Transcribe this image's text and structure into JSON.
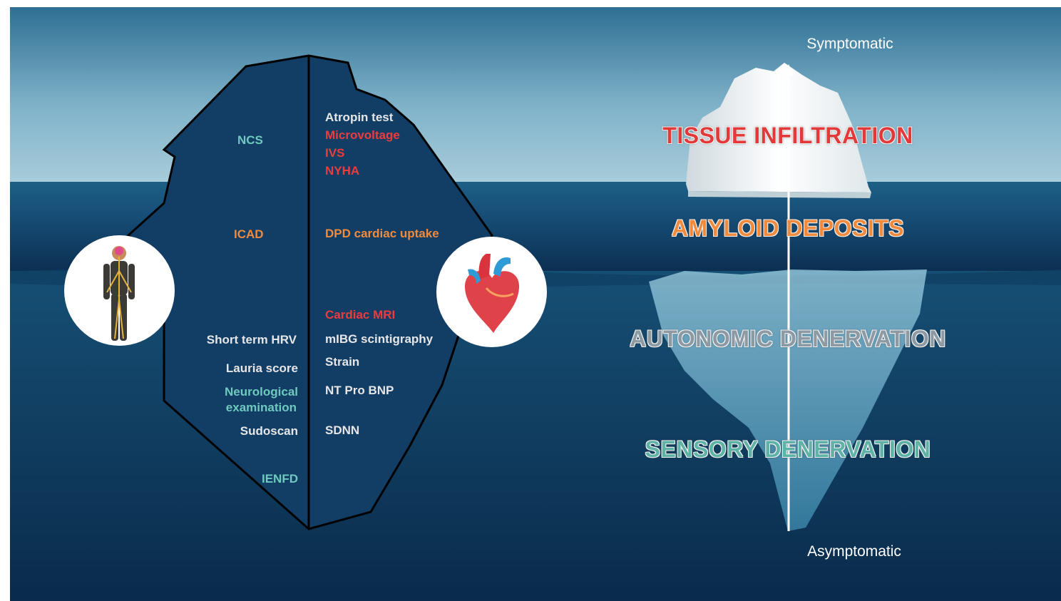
{
  "colors": {
    "neuro": "#6fc9bf",
    "amyloid": "#f08a3c",
    "cardiac_red": "#ee3b3b",
    "white_text": "#e6e6e6",
    "panel_fill": "#123e66",
    "tissue": "#e23a3a",
    "autonomic": "#8e9aa3",
    "sensory": "#5fb3a6"
  },
  "icons": {
    "neuro": "human-nervous-system-icon",
    "cardiac": "human-heart-icon"
  },
  "left_panel": {
    "neuro_column": [
      {
        "text": "NCS",
        "color": "neuro"
      },
      {
        "text": "ICAD",
        "color": "amyloid"
      },
      {
        "text": "Short term HRV",
        "color": "white_text"
      },
      {
        "text": "Lauria score",
        "color": "white_text"
      },
      {
        "text": "Neurological",
        "color": "neuro"
      },
      {
        "text": "examination",
        "color": "neuro"
      },
      {
        "text": "Sudoscan",
        "color": "white_text"
      },
      {
        "text": "IENFD",
        "color": "neuro"
      }
    ],
    "cardiac_column": [
      {
        "text": "Atropin test",
        "color": "white_text"
      },
      {
        "text": "Microvoltage",
        "color": "cardiac_red"
      },
      {
        "text": "IVS",
        "color": "cardiac_red"
      },
      {
        "text": "NYHA",
        "color": "cardiac_red"
      },
      {
        "text": "DPD cardiac uptake",
        "color": "amyloid"
      },
      {
        "text": "Cardiac MRI",
        "color": "cardiac_red"
      },
      {
        "text": "mIBG scintigraphy",
        "color": "white_text"
      },
      {
        "text": "Strain",
        "color": "white_text"
      },
      {
        "text": "NT Pro BNP",
        "color": "white_text"
      },
      {
        "text": "SDNN",
        "color": "white_text"
      }
    ]
  },
  "right_panel": {
    "axis_top": "Symptomatic",
    "axis_bottom": "Asymptomatic",
    "stages": [
      {
        "text": "TISSUE INFILTRATION",
        "color": "tissue"
      },
      {
        "text": "AMYLOID DEPOSITS",
        "color": "amyloid"
      },
      {
        "text": "AUTONOMIC DENERVATION",
        "color": "autonomic"
      },
      {
        "text": "SENSORY DENERVATION",
        "color": "sensory"
      }
    ]
  }
}
